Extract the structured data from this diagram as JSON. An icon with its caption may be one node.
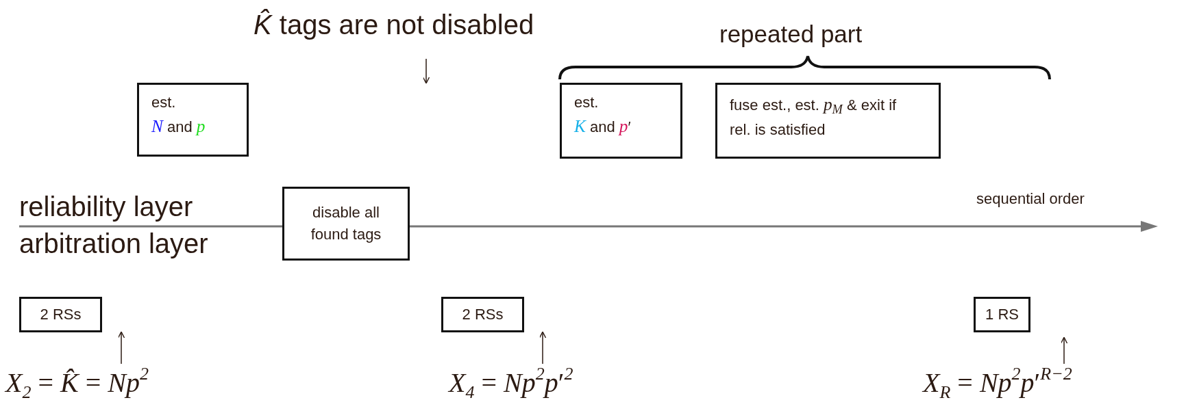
{
  "diagram": {
    "nodes": [
      {
        "text": [
          "*K̂* tags are not disabled"
        ]
      },
      {
        "text": [
          "est.",
          "*N* and *p*"
        ]
      },
      {
        "text": [
          "est.",
          "*K* and *p*′"
        ]
      },
      {
        "text": [
          "fuse est., est. *p*$_{M}$ & exit if rel. is satisfied"
        ]
      },
      {
        "text": [
          "disable all found tags"
        ]
      },
      {
        "text": [
          "2 RSs"
        ]
      },
      {
        "text": [
          "2 RSs"
        ]
      },
      {
        "text": [
          "1 RS"
        ]
      },
      {
        "text": [
          "*X*$_{2}$ = *K̂* = *Np*$^{2}$"
        ]
      },
      {
        "text": [
          "*X*$_{4}$ = *Np*$^{2}$*p*′$^{2}$"
        ]
      },
      {
        "text": [
          "*X*$_{R}$ = *Np*$^{2}$*p*′$^{R−2}$"
        ]
      }
    ],
    "edges": [
      {
        "from": 0,
        "to": null,
        "arrow": "to"
      },
      {
        "from": 8,
        "to": 5,
        "arrow": "to"
      },
      {
        "from": 9,
        "to": 6,
        "arrow": "to"
      },
      {
        "from": 10,
        "to": null,
        "arrow": "to"
      }
    ],
    "labels": [
      "repeated part",
      "reliability layer",
      "arbitration layer",
      "sequential order"
    ]
  }
}
